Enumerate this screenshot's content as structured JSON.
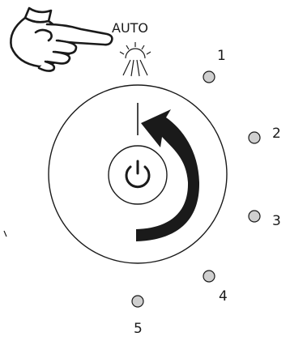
{
  "diagram": {
    "auto_label": "AUTO",
    "levels": [
      {
        "label": "1"
      },
      {
        "label": "2"
      },
      {
        "label": "3"
      },
      {
        "label": "4"
      },
      {
        "label": "5"
      }
    ],
    "power_symbol": "power-icon",
    "rotation_direction": "counterclockwise",
    "colors": {
      "line": "#1a1a1a",
      "indicator_fill": "#cfcfcf",
      "background": "#ffffff"
    }
  }
}
